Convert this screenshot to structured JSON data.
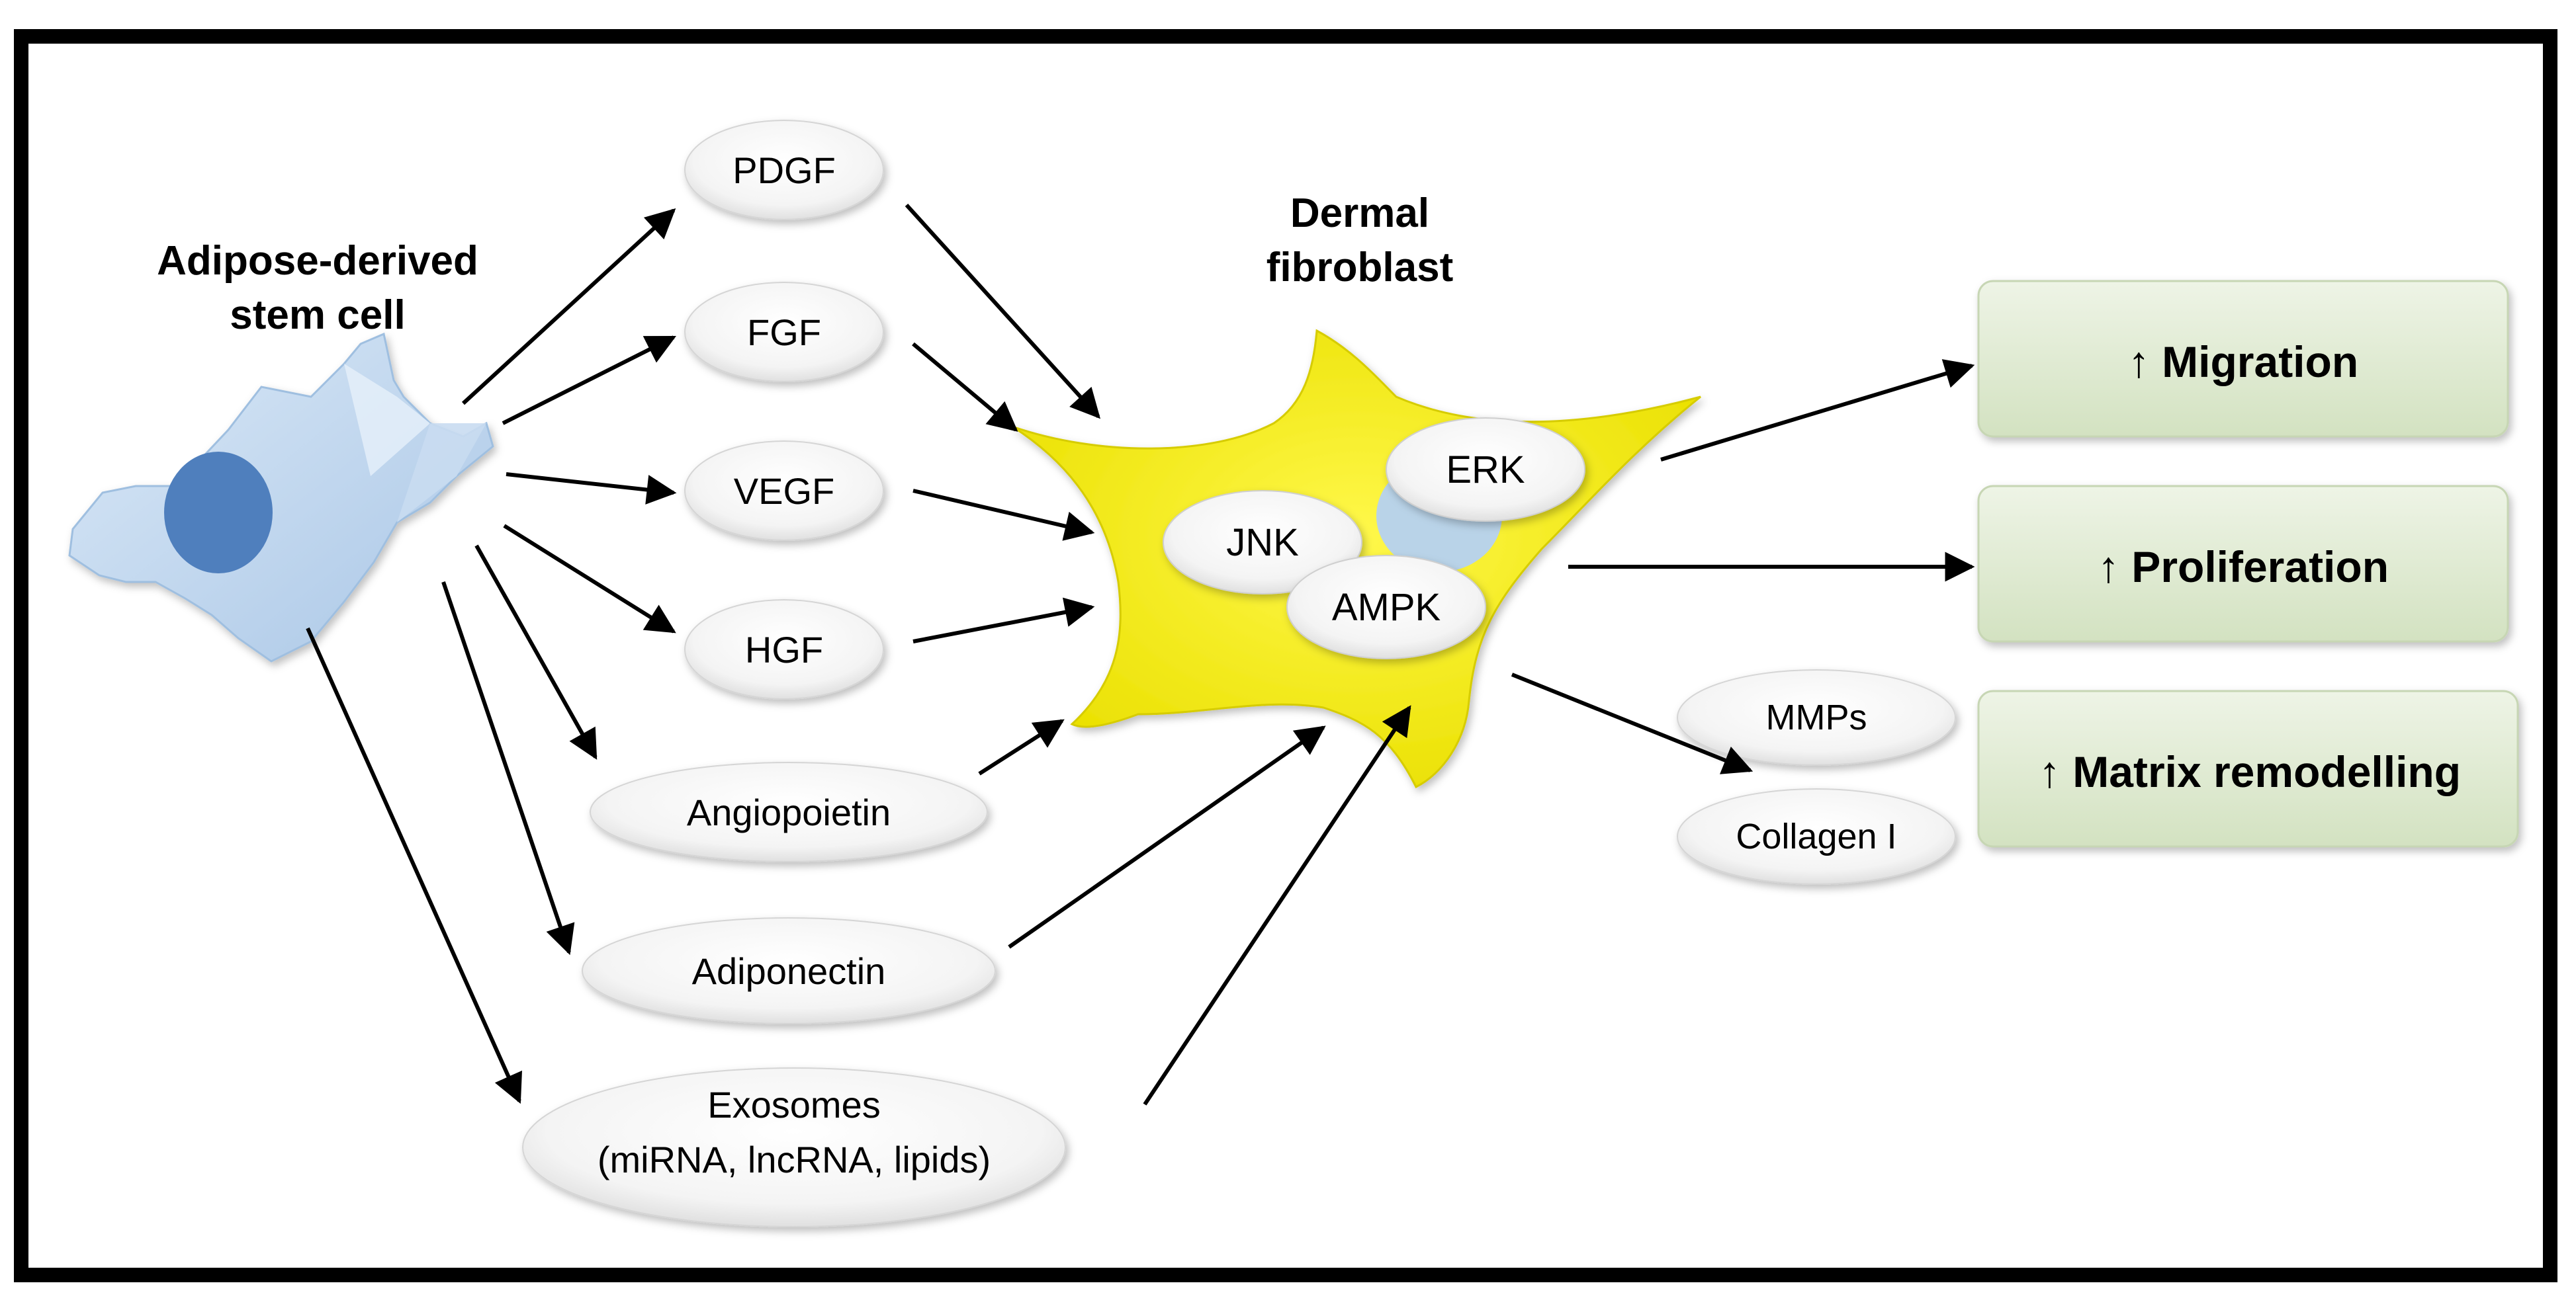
{
  "source_cell": {
    "label_line1": "Adipose-derived",
    "label_line2": "stem cell"
  },
  "target_cell": {
    "label_line1": "Dermal",
    "label_line2": "fibroblast"
  },
  "factors": {
    "pdgf": "PDGF",
    "fgf": "FGF",
    "vegf": "VEGF",
    "hgf": "HGF",
    "angiopoietin": "Angiopoietin",
    "adiponectin": "Adiponectin",
    "exosomes_line1": "Exosomes",
    "exosomes_line2": "(miRNA, lncRNA, lipids)"
  },
  "pathways": {
    "erk": "ERK",
    "jnk": "JNK",
    "ampk": "AMPK"
  },
  "outcomes": {
    "migration": "↑ Migration",
    "proliferation": "↑ Proliferation",
    "matrix": "↑ Matrix remodelling",
    "mmps": "MMPs",
    "collagen": "Collagen I"
  },
  "colors": {
    "stem_cell": "#bcd6ef",
    "nucleus": "#4f7fbd",
    "fibroblast": "#f5f000",
    "outcome_box": "#dde8cf",
    "frame": "#000000"
  }
}
